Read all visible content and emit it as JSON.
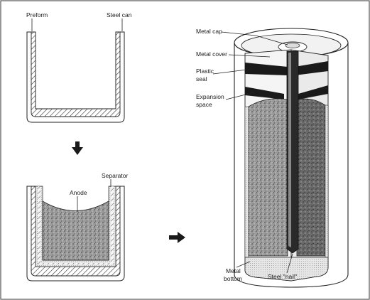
{
  "labels": {
    "preform": "Preform",
    "steel_can": "Steel can",
    "separator": "Separator",
    "anode": "Anode",
    "metal_cap": "Metal cap",
    "metal_cover": "Metal cover",
    "plastic_seal_1": "Plastic",
    "plastic_seal_2": "seal",
    "expansion_space_1": "Expansion",
    "expansion_space_2": "space",
    "metal_bottom_1": "Metal",
    "metal_bottom_2": "bottom",
    "steel_nail": "Steel \"nail\""
  },
  "colors": {
    "border": "#555555",
    "outline": "#222222",
    "fill_dark": "#1a1a1a",
    "fill_mid": "#7a7a7a",
    "fill_light": "#d8d8d8",
    "paper": "#ffffff"
  },
  "icons": {
    "down_arrow": "down-arrow-icon",
    "right_arrow": "right-arrow-icon"
  }
}
